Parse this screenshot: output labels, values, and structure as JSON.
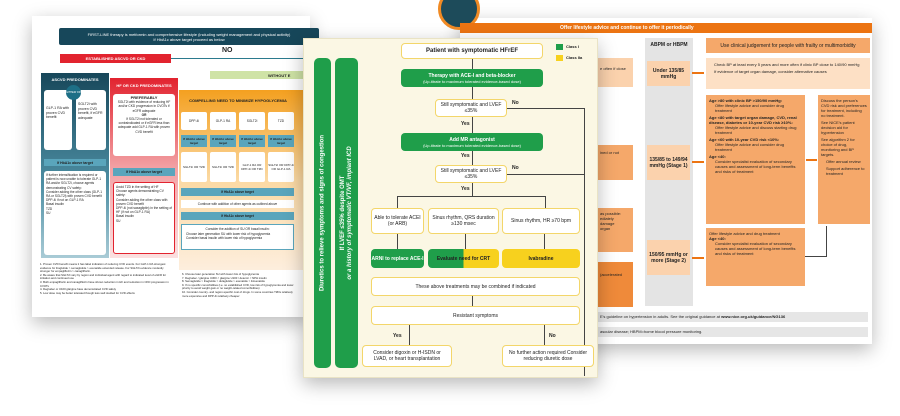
{
  "left_doc": {
    "header": "FIRST-LINE therapy is metformin and comprehensive lifestyle (including weight management and physical activity)",
    "header_sub": "If HbA1c above target proceed as below",
    "no_label": "NO",
    "established": "ESTABLISHED ASCVD OR CKD",
    "without": "WITHOUT E",
    "ascvd": {
      "title": "ASCVD PREDOMINATES",
      "either": "EITHER/ OR",
      "opt1": "GLP-1 RA with proven CVD benefit",
      "opt2": "SGLT2i with proven CVD benefit, if eGFR adequate",
      "hba1c": "If HbA1c above target",
      "next": "If further intensification is required or patient is now unable to tolerate GLP-1 RA and/or SGLT2i, choose agents demonstrating CV safety:",
      "bullets": [
        "Consider adding the other class (GLP-1 RA or SGLT2i) with proven CVD benefit",
        "DPP-4i if not on GLP-1 RA",
        "Basal insulin",
        "TZD",
        "SU"
      ]
    },
    "hf": {
      "title": "HF OR CKD PREDOMINATES",
      "pref": "PREFERABLY",
      "text1": "SGLT2i with evidence of reducing HF and/or CKD progression in CVOTs if eGFR adequate",
      "or": "OR",
      "text2": "If SGLT2i not tolerated or contraindicated or if eGFR less than adequate add GLP-1 RA with proven CVD benefit",
      "hba1c": "If HbA1c above target",
      "bullets": [
        "Avoid TZD in the setting of HF",
        "Choose agents demonstrating CV safety:",
        "Consider adding the other class with proven CVD benefit",
        "DPP-4i (not saxagliptin) in the setting of HF (if not on GLP-1 RA)",
        "Basal insulin",
        "SU"
      ]
    },
    "hypo": {
      "title": "COMPELLING NEED TO MINIMIZE HYPOGLYCEMIA",
      "drugs": [
        "DPP-4i",
        "GLP-1 RA",
        "SGLT2i",
        "TZD"
      ],
      "hba1c": "If HbA1c above target",
      "second": [
        "SGLT2i OR TZD",
        "SGLT2i OR TZD",
        "GLP-1 RA OR DPP-4i OR TZD",
        "SGLT2i OR DPP-4i OR GLP-1 RA"
      ],
      "continue": "Continue with addition of other agents as outlined above",
      "consider": "Consider the addition of SU OR basal insulin:",
      "bullets": [
        "Choose later generation SU with lower risk of hypoglycemia",
        "Consider basal insulin with lower risk of hypoglycemia"
      ]
    },
    "footnotes_left": [
      "1. Proven CVD benefit means it has label indication of reducing CVD events. For GLP-1 RA strongest evidence for liraglutide > semaglutide > exenatide extended release. For SGLT2i evidence modestly stronger for empagliflozin > canagliflozin.",
      "2. Be aware that SGLT2i vary by region and individual agent with regard to indicated level of eGFR for initiation and continued use",
      "3. Both empagliflozin and canagliflozin have shown reduction in HF and reduction in CKD progression in CVOTs",
      "4. Degludec or U100 glargine have demonstrated CVD safety",
      "5. Low dose may be better tolerated though less well studied for CVD effects"
    ],
    "footnotes_right": [
      "6. Choose later generation SU with lower risk of hypoglycemia",
      "7. Degludec / glargine U300 < glargine U100 / detemir < NPH insulin",
      "8. Semaglutide > liraglutide > dulaglutide > exenatide > lixisenatide",
      "9. If no specific comorbidities (i.e. no established CVD, low risk of hypoglycemia and lower priority to avoid weight gain or no weight-related comorbidities)",
      "10. Consider country- and region-specific cost of drugs. In some countries TZDs relatively more expensive and DPP-4i relatively cheaper"
    ]
  },
  "center_doc": {
    "legend": [
      {
        "label": "Class I",
        "color": "#1f9e4a"
      },
      {
        "label": "Class IIa",
        "color": "#f7d11e"
      }
    ],
    "side_bar_1": "Diuretics to relieve symptoms and signs of congestion",
    "side_bar_2a": "If LVEF ≤35% despite OMT",
    "side_bar_2b": "or a history of symptomatic VT/VF, implant ICD",
    "start": "Patient with symptomatic HFrEF",
    "step1": {
      "title": "Therapy with ACE-I and beta-blocker",
      "sub": "(Up-titrate to maximum tolerated evidence-based dose)"
    },
    "check1": "Still symptomatic and LVEF ≤35%",
    "step2": {
      "title": "Add MR antagonist",
      "sub": "(Up-titrate to maximum tolerated evidence-based dose)"
    },
    "check2": "Still symptomatic and LVEF ≤35%",
    "yes": "Yes",
    "no": "No",
    "cond": [
      "Able to tolerate ACEI (or ARB)",
      "Sinus rhythm, QRS duration ≥130 msec",
      "Sinus rhythm, HR ≥70 bpm"
    ],
    "treat": [
      "ARNI to replace ACE-I",
      "Evaluate need for CRT",
      "Ivabradine"
    ],
    "combined": "These above treatments may be combined if indicated",
    "resistant": "Resistant symptoms",
    "final_yes": "Consider digoxin or H-ISDN or LVAD, or heart transplantation",
    "final_no": "No further action required Consider reducing diuretic dose"
  },
  "right_doc": {
    "banner": "Offer lifestyle advice and continue to offer it periodically",
    "col_header": "ABPM or HBPM",
    "frailty": "Use clinical judgement for people with frailty or multimorbidity",
    "under": "Under 135/85 mmHg",
    "check": [
      "Check BP at least every 5 years and more often if clinic BP close to 140/90 mmHg",
      "If evidence of target organ damage, consider alternative causes"
    ],
    "stage1": "135/85 to 149/94 mmHg (Stage 1)",
    "stage2": "150/95 mmHg or more (Stage 2)",
    "age_box": [
      {
        "head": "Age >80 with clinic BP >150/90 mmHg:",
        "item": "Offer lifestyle advice and consider drug treatment"
      },
      {
        "head": "Age <80 with target organ damage, CVD, renal disease, diabetes or 10-year CVD risk ≥10%:",
        "item": "Offer lifestyle advice and discuss starting drug treatment"
      },
      {
        "head": "Age <60 with 10-year CVD risk <10%:",
        "item": "Offer lifestyle advice and consider drug treatment"
      },
      {
        "head": "Age <40:",
        "item": "Consider specialist evaluation of secondary causes and assessment of long-term benefits and risks of treatment"
      }
    ],
    "stage2_box": {
      "lead": "Offer lifestyle advice and drug treatment",
      "head": "Age <40:",
      "item": "Consider specialist evaluation of secondary causes and assessment of long-term benefits and risks of treatment"
    },
    "discuss": [
      "Discuss the person's CVD risk and preferences for treatment, including no treatment.",
      "See NICE's patient decision aid for hypertension",
      "See algorithm 2 for choice of drug, monitoring and BP targets."
    ],
    "discuss_bullets": [
      "Offer annual review",
      "Support adherence to treatment"
    ],
    "partial": [
      "e often if close",
      "ined or not",
      "as possible:",
      "ediately",
      "damage",
      "organ",
      "(accelerated"
    ],
    "foot1": "E's guideline on hypertension in adults. See the original guidance at",
    "foot1_link": "www.nice.org.uk/guidance/NG136",
    "foot2": "ascular disease; HBPM=home blood pressure monitoring."
  }
}
